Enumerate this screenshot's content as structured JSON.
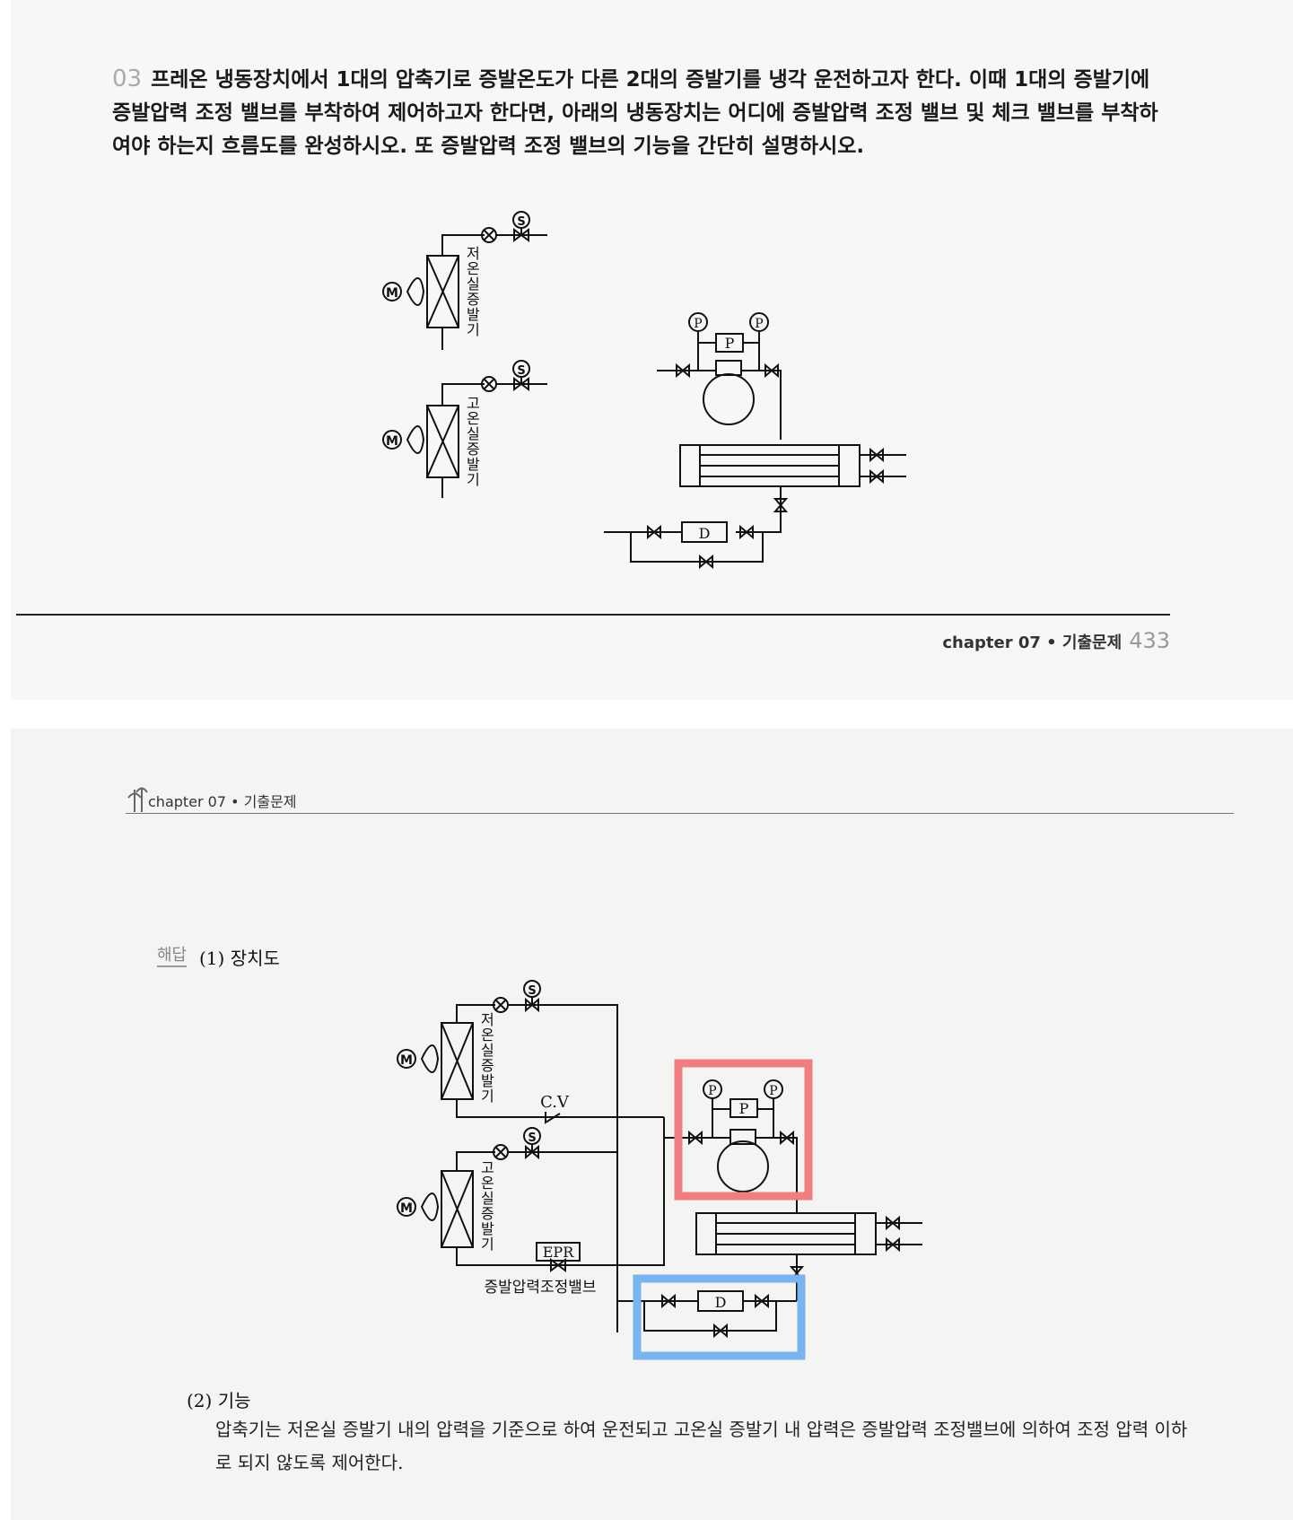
{
  "question": {
    "number": "03",
    "text": "프레온 냉동장치에서 1대의 압축기로 증발온도가 다른 2대의 증발기를 냉각 운전하고자 한다. 이때 1대의 증발기에 증발압력 조정 밸브를 부착하여 제어하고자 한다면, 아래의 냉동장치는 어디에 증발압력 조정 밸브 및 체크 밸브를 부착하여야 하는지 흐름도를 완성하시오. 또 증발압력 조정 밸브의 기능을 간단히 설명하시오."
  },
  "footer": {
    "chapter": "chapter 07 • 기출문제",
    "page_number": "433"
  },
  "header2": {
    "chapter": "chapter 07 • 기출문제"
  },
  "answer": {
    "label": "해답",
    "section1": "(1) 장치도",
    "section2": "(2) 기능",
    "function_text": "압축기는 저온실 증발기 내의 압력을 기준으로 하여 운전되고 고온실 증발기 내 압력은 증발압력 조정밸브에 의하여 조정 압력 이하로 되지 않도록 제어한다."
  },
  "diagram": {
    "low_evap": [
      "저",
      "온",
      "실",
      "증",
      "발",
      "기"
    ],
    "high_evap": [
      "고",
      "온",
      "실",
      "증",
      "발",
      "기"
    ],
    "motor": "M",
    "solenoid": "S",
    "gauge": "P",
    "pressure_switch": "P",
    "drier": "D",
    "check_valve": "C.V",
    "epr": "EPR",
    "epr_caption": "증발압력조정밸브"
  },
  "colors": {
    "highlight_red": "#f07e80",
    "highlight_blue": "#78b4f0"
  }
}
